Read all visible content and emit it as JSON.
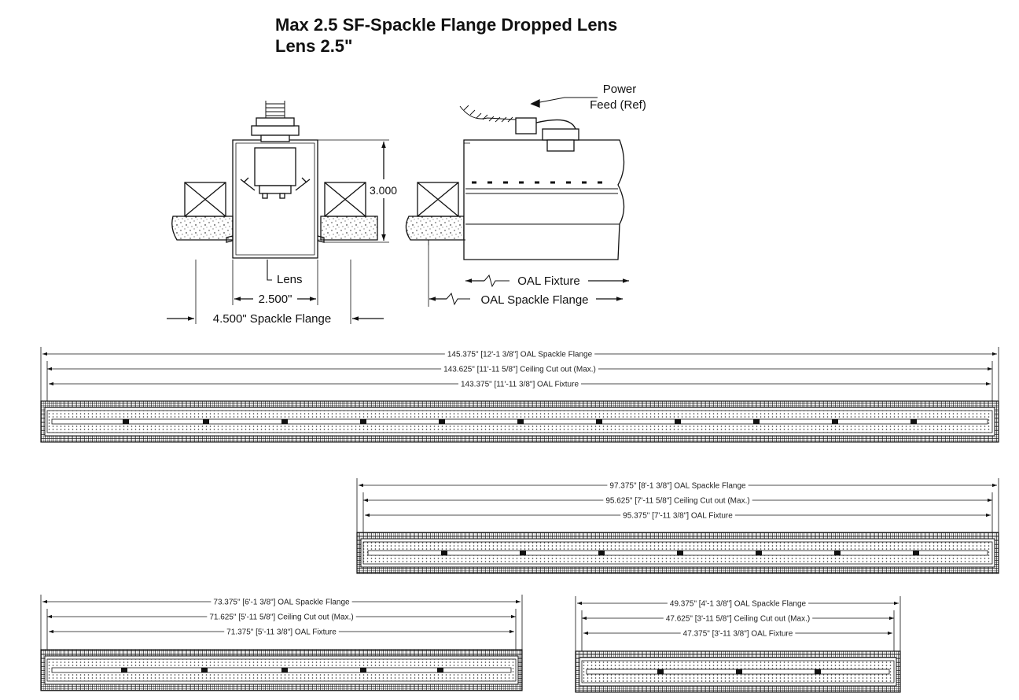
{
  "title": {
    "line1": "Max 2.5 SF-Spackle Flange Dropped Lens",
    "line2": "Lens 2.5\""
  },
  "section": {
    "height_dim": "3.000",
    "lens_label": "Lens",
    "width_dim": "2.500\"",
    "flange_dim": "4.500\" Spackle Flange"
  },
  "side_view": {
    "power_line1": "Power",
    "power_line2": "Feed (Ref)",
    "oal_fixture": "OAL Fixture",
    "oal_flange": "OAL Spackle Flange"
  },
  "fixtures": [
    {
      "flange": "145.375\" [12'-1 3/8\"] OAL Spackle Flange",
      "cutout": "143.625\" [11'-11 5/8\"] Ceiling Cut out (Max.)",
      "fixture": "143.375\" [11'-11 3/8\"] OAL Fixture"
    },
    {
      "flange": "97.375\" [8'-1 3/8\"] OAL Spackle Flange",
      "cutout": "95.625\" [7'-11 5/8\"] Ceiling Cut out (Max.)",
      "fixture": "95.375\" [7'-11 3/8\"] OAL Fixture"
    },
    {
      "flange": "73.375\" [6'-1 3/8\"] OAL Spackle Flange",
      "cutout": "71.625\" [5'-11 5/8\"] Ceiling Cut out (Max.)",
      "fixture": "71.375\" [5'-11 3/8\"] OAL Fixture"
    },
    {
      "flange": "49.375\" [4'-1 3/8\"] OAL Spackle Flange",
      "cutout": "47.625\" [3'-11 5/8\"] Ceiling Cut out (Max.)",
      "fixture": "47.375\" [3'-11 3/8\"] OAL Fixture"
    }
  ]
}
